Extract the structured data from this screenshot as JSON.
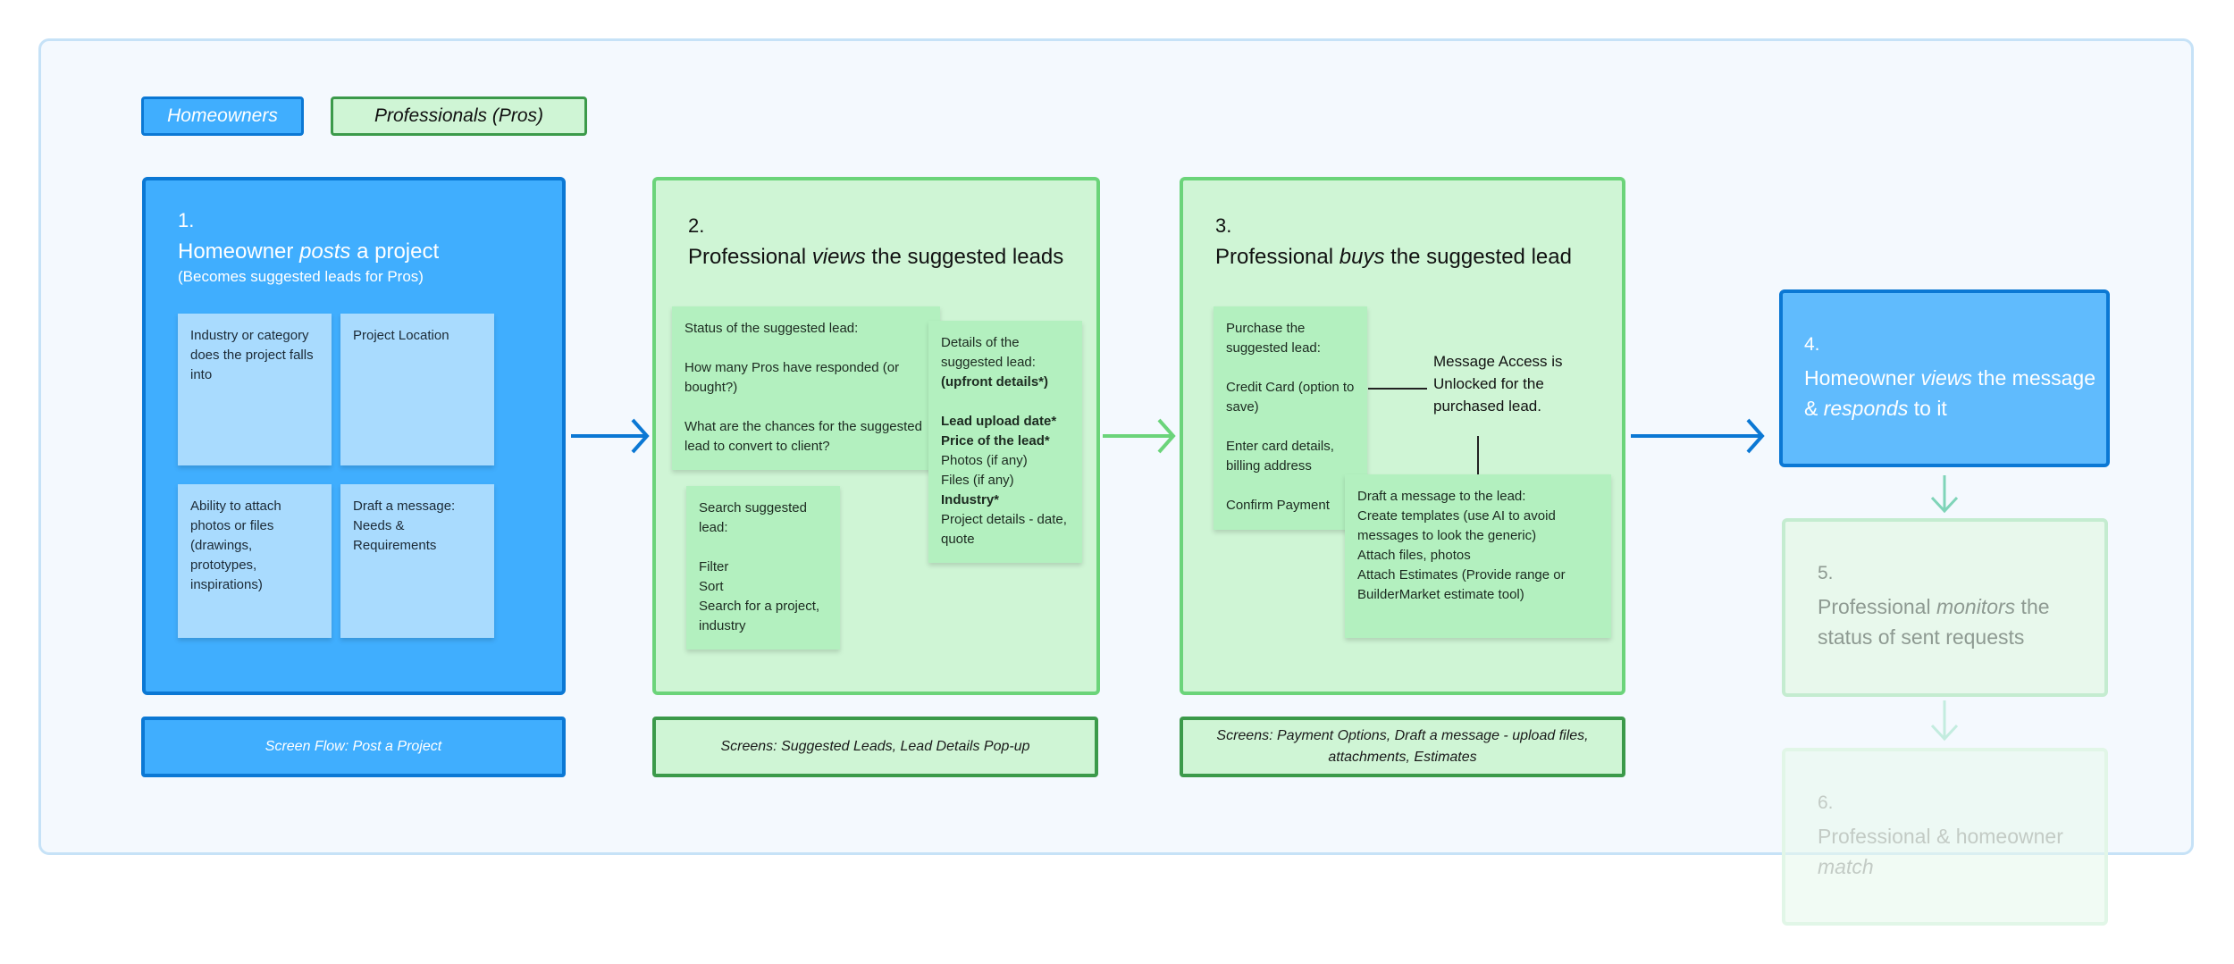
{
  "legend": {
    "homeowners": "Homeowners",
    "pros": "Professionals (Pros)"
  },
  "step1": {
    "num": "1.",
    "title_a": "Homeowner ",
    "title_em": "posts",
    "title_b": " a project",
    "subtitle": "(Becomes suggested leads for Pros)",
    "stickies": [
      "Industry or category does the project falls into",
      "Project Location",
      "Ability to attach photos or files (drawings, prototypes, inspirations)",
      "Draft a message: Needs & Requirements"
    ],
    "label": "Screen Flow: Post a Project"
  },
  "step2": {
    "num": "2.",
    "title_a": "Professional ",
    "title_em": "views",
    "title_b": " the suggested leads",
    "status": "Status of the suggested lead:\n\nHow many Pros have responded (or bought?)\n\nWhat are the chances for the suggested lead to convert to client?",
    "details": {
      "intro": "Details of the suggested lead:",
      "upfront": "(upfront details*)",
      "upload": "Lead upload date*",
      "price": "Price of the lead*",
      "photos": "Photos (if any)",
      "files": "Files (if any)",
      "industry": "Industry*",
      "project": "Project details - date, quote"
    },
    "search": "Search suggested lead:\n\nFilter\nSort\nSearch for a project, industry",
    "label": "Screens: Suggested Leads, Lead Details Pop-up"
  },
  "step3": {
    "num": "3.",
    "title_a": "Professional ",
    "title_em": "buys",
    "title_b": " the suggested lead",
    "purchase": "Purchase the suggested lead:\n\nCredit Card (option to save)\n\nEnter card details, billing address\n\nConfirm Payment",
    "access": "Message Access is Unlocked for the purchased lead.",
    "draft": "Draft a message to the lead:\nCreate templates (use AI to avoid messages to look the generic)\nAttach files, photos\nAttach Estimates (Provide range or BuilderMarket estimate tool)",
    "label": "Screens: Payment Options, Draft a message - upload files, attachments, Estimates"
  },
  "step4": {
    "num": "4.",
    "a": "Homeowner ",
    "em1": "views",
    "b": " the message & ",
    "em2": "responds",
    "c": " to it"
  },
  "step5": {
    "num": "5.",
    "a": "Professional ",
    "em": "monitors",
    "b": " the status of sent requests"
  },
  "step6": {
    "num": "6.",
    "a": "Professional & homeowner ",
    "em": "match"
  },
  "colors": {
    "homeowner": "#40aefe",
    "pro": "#cff5d5",
    "arrow_blue": "#0b78d4",
    "arrow_green": "#6bd47a"
  }
}
